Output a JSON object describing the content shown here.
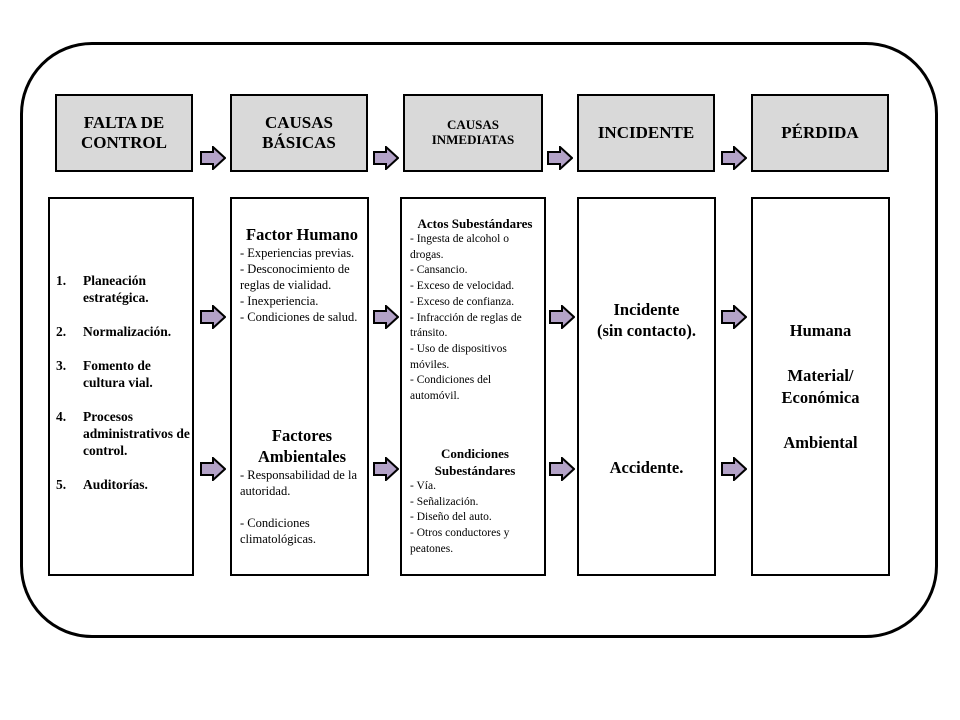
{
  "headers": [
    "FALTA DE\nCONTROL",
    "CAUSAS\nBÁSICAS",
    "CAUSAS\nINMEDIATAS",
    "INCIDENTE",
    "PÉRDIDA"
  ],
  "col1_items": [
    {
      "num": "1.",
      "text": "Planeación estratégica."
    },
    {
      "num": "2.",
      "text": "Normalización."
    },
    {
      "num": "3.",
      "text": "Fomento de cultura vial."
    },
    {
      "num": "4.",
      "text": "Procesos administrativos de control."
    },
    {
      "num": "5.",
      "text": "Auditorías."
    }
  ],
  "col2": {
    "human_title": "Factor Humano",
    "human_items": [
      "- Experiencias previas.",
      "- Desconocimiento de reglas de vialidad.",
      "- Inexperiencia.",
      "- Condiciones de salud."
    ],
    "env_title": "Factores Ambientales",
    "env_items": [
      "- Responsabilidad de la autoridad.",
      "",
      "- Condiciones climatológicas."
    ]
  },
  "col3": {
    "acts_title": "Actos Subestándares",
    "acts_items": [
      "- Ingesta de alcohol o drogas.",
      "- Cansancio.",
      "- Exceso  de velocidad.",
      "- Exceso  de confianza.",
      "- Infracción de reglas de tránsito.",
      "- Uso de dispositivos móviles.",
      "- Condiciones del automóvil."
    ],
    "cond_title": "Condiciones Subestándares",
    "cond_items": [
      "- Vía.",
      "- Señalización.",
      "- Diseño del auto.",
      "- Otros conductores y peatones."
    ]
  },
  "col4": {
    "item1": "Incidente\n(sin contacto).",
    "item2": "Accidente."
  },
  "col5": {
    "item1": "Humana",
    "item2": "Material/\nEconómica",
    "item3": "Ambiental"
  },
  "colors": {
    "header_fill": "#d9d9d9",
    "arrow_fill": "#b3a2c7",
    "stroke": "#000000"
  }
}
